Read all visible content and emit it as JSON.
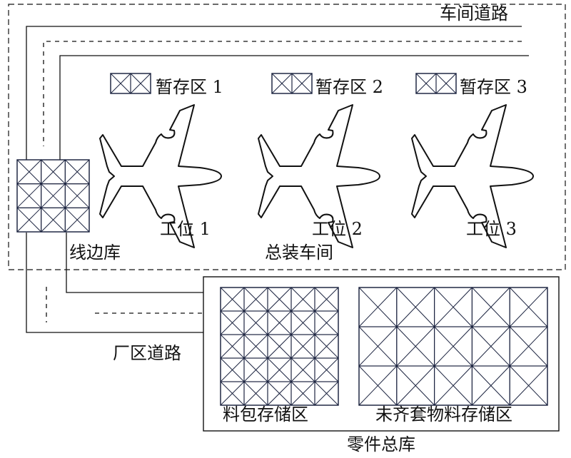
{
  "workshop": {
    "road_label": "车间道路",
    "name": "总装车间",
    "line_side_store": "线边库",
    "buffers": [
      {
        "label": "暂存区 1"
      },
      {
        "label": "暂存区 2"
      },
      {
        "label": "暂存区 3"
      }
    ],
    "stations": [
      {
        "label": "工位 1"
      },
      {
        "label": "工位 2"
      },
      {
        "label": "工位 3"
      }
    ]
  },
  "factory": {
    "road_label": "厂区道路"
  },
  "warehouse": {
    "name": "零件总库",
    "kit_storage": "料包存储区",
    "incomplete_storage": "未齐套物料存储区"
  },
  "colors": {
    "ink": "#111111",
    "grid": "#1c2440"
  }
}
